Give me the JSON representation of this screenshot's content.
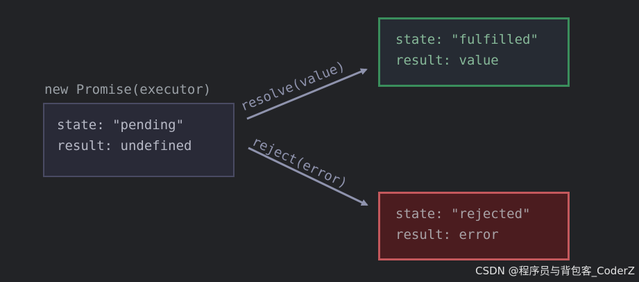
{
  "caption": "new Promise(executor)",
  "pending": {
    "state_line": "state: \"pending\"",
    "result_line": "result: undefined"
  },
  "fulfilled": {
    "state_line": "state: \"fulfilled\"",
    "result_line": "result: value"
  },
  "rejected": {
    "state_line": "state: \"rejected\"",
    "result_line": "result: error"
  },
  "edges": {
    "resolve_label": "resolve(value)",
    "reject_label": "reject(error)"
  },
  "watermark": "CSDN @程序员与背包客_CoderZ",
  "colors": {
    "background": "#222326",
    "pending_border": "#4a4b63",
    "fulfilled_border": "#3a8e5c",
    "rejected_border": "#c4585c",
    "rejected_fill": "#4b1c1f",
    "arrow": "#8f93ad"
  }
}
